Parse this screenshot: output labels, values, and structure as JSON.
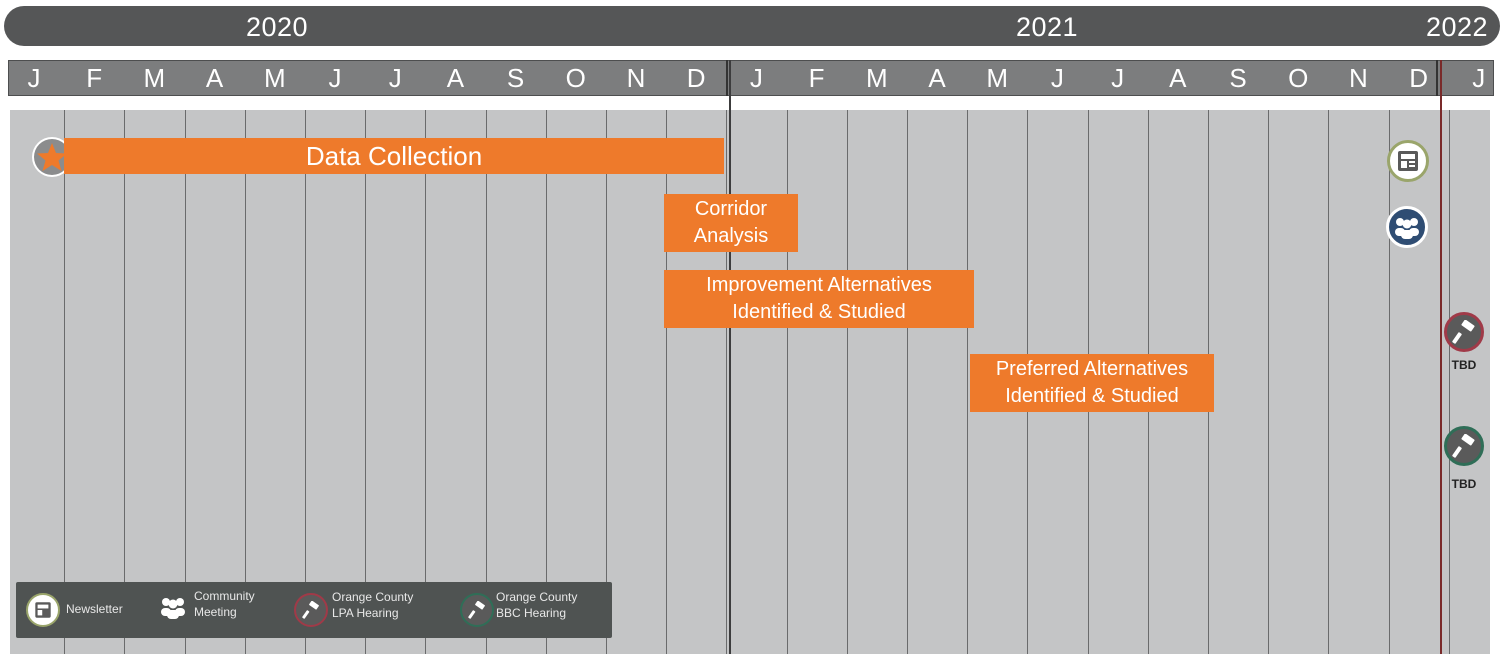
{
  "years": [
    "2020",
    "2021",
    "2022"
  ],
  "months": [
    "J",
    "F",
    "M",
    "A",
    "M",
    "J",
    "J",
    "A",
    "S",
    "O",
    "N",
    "D",
    "J",
    "F",
    "M",
    "A",
    "M",
    "J",
    "J",
    "A",
    "S",
    "O",
    "N",
    "D",
    "J"
  ],
  "tasks": {
    "data_collection": "Data Collection",
    "corridor_analysis": [
      "Corridor",
      "Analysis"
    ],
    "improvement_alternatives": [
      "Improvement Alternatives",
      "Identified & Studied"
    ],
    "preferred_alternatives": [
      "Preferred Alternatives",
      "Identified & Studied"
    ]
  },
  "milestones": {
    "lpa_tbd": "TBD",
    "bbc_tbd": "TBD"
  },
  "legend": {
    "newsletter": "Newsletter",
    "community_meeting": [
      "Community",
      "Meeting"
    ],
    "lpa_hearing": [
      "Orange County",
      "LPA Hearing"
    ],
    "bbc_hearing": [
      "Orange County",
      "BBC Hearing"
    ]
  },
  "colors": {
    "task": "#ee7a2b",
    "header": "#555657",
    "grid": "#c4c5c6",
    "newsletter_ring": "#9aa56b",
    "meeting_ring": "#2f4d73",
    "lpa_ring": "#a03a48",
    "bbc_ring": "#2f6e57"
  },
  "icons": [
    "star-icon",
    "newsletter-icon",
    "community-meeting-icon",
    "gavel-icon"
  ]
}
